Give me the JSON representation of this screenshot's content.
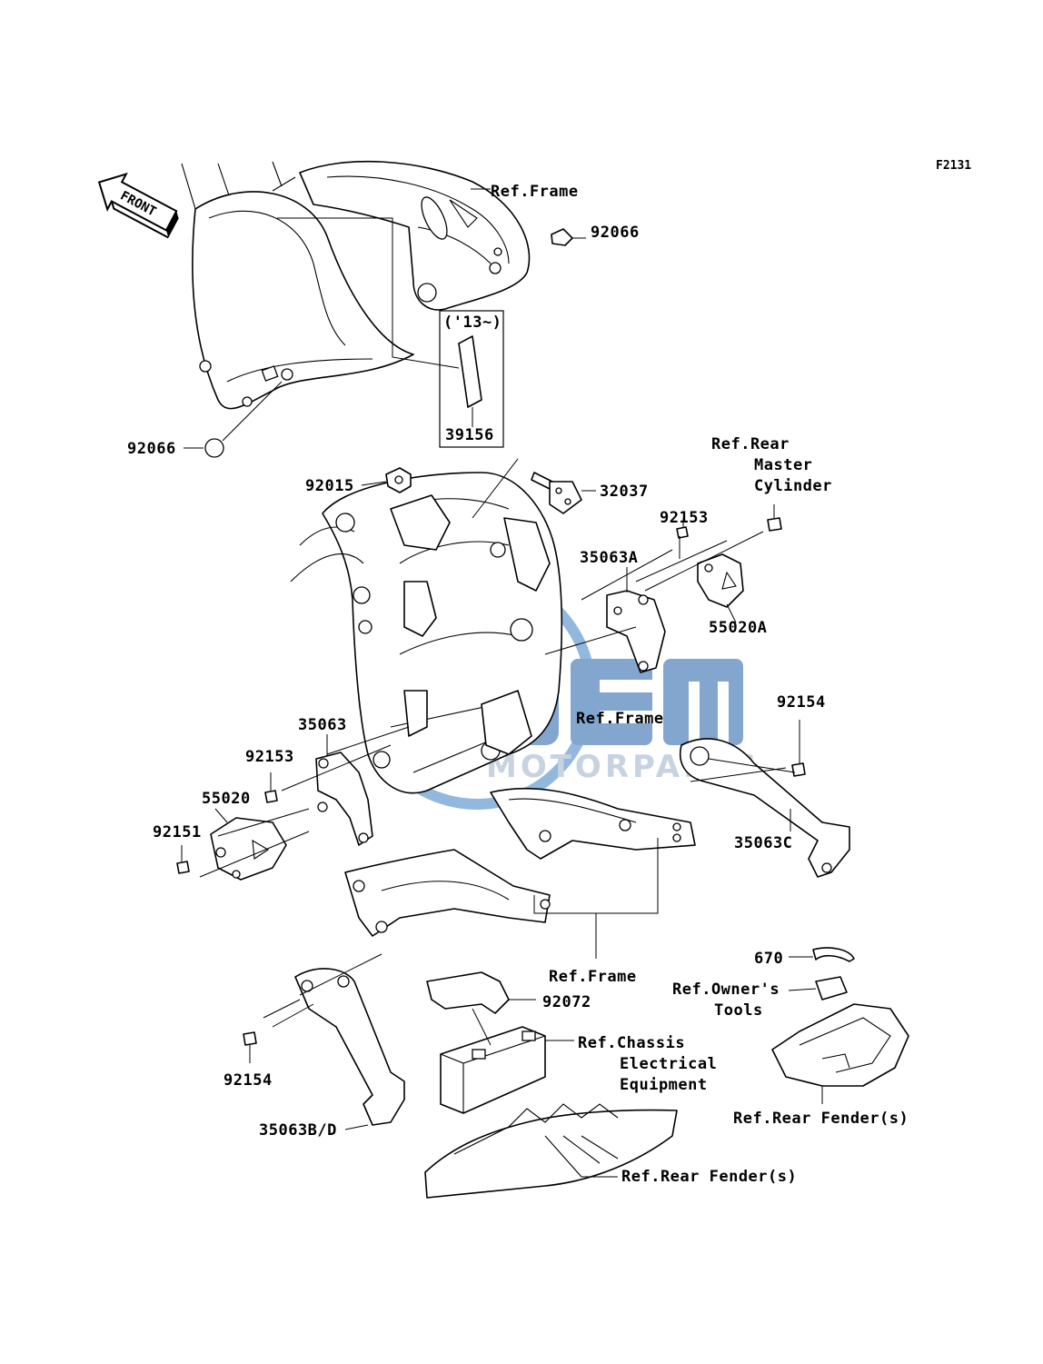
{
  "figure_code": "F2131",
  "front_arrow": {
    "text": "FRONT",
    "icon": "front-arrow-icon"
  },
  "watermark": {
    "brand": "OEM",
    "sub": "MOTORPARTS",
    "color": "#2f6fb5"
  },
  "labels": {
    "ref_frame_top": "Ref.Frame",
    "p92066_top": "92066",
    "year_range": "('13~)",
    "p39156": "39156",
    "p92066_left": "92066",
    "ref_rear_mc_1": "Ref.Rear",
    "ref_rear_mc_2": "Master",
    "ref_rear_mc_3": "Cylinder",
    "p92015": "92015",
    "p32037": "32037",
    "p92153_right": "92153",
    "p35063a": "35063A",
    "p55020a": "55020A",
    "p92154_right": "92154",
    "ref_frame_mid": "Ref.Frame",
    "p35063": "35063",
    "p92153_left": "92153",
    "p55020": "55020",
    "p92151": "92151",
    "p35063c": "35063C",
    "ref_frame_bottom": "Ref.Frame",
    "p670": "670",
    "ref_tools_1": "Ref.Owner's",
    "ref_tools_2": "Tools",
    "p92072": "92072",
    "ref_chassis_1": "Ref.Chassis",
    "ref_chassis_2": "Electrical",
    "ref_chassis_3": "Equipment",
    "p92154_left": "92154",
    "p35063bd": "35063B/D",
    "ref_rear_fender_right": "Ref.Rear Fender(s)",
    "ref_rear_fender_bottom": "Ref.Rear Fender(s)"
  }
}
